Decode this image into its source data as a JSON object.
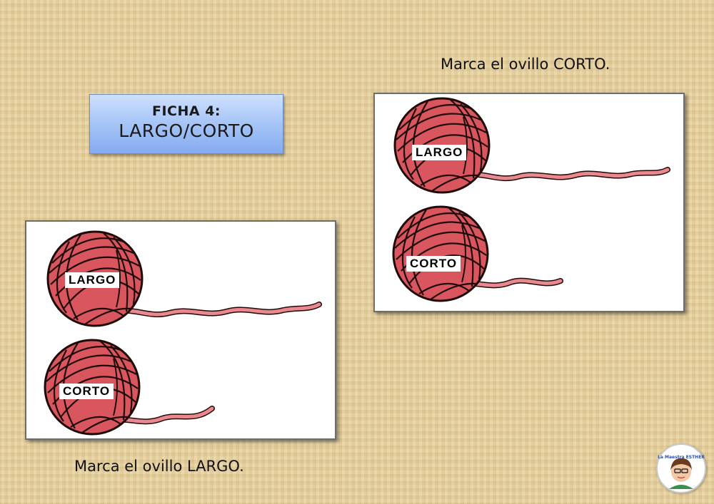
{
  "title": {
    "line1": "FICHA 4:",
    "line2": "LARGO/CORTO"
  },
  "left_card": {
    "instruction": "Marca el ovillo LARGO.",
    "options": [
      {
        "label": "LARGO",
        "thread": "long"
      },
      {
        "label": "CORTO",
        "thread": "short"
      }
    ]
  },
  "right_card": {
    "instruction": "Marca el ovillo CORTO.",
    "options": [
      {
        "label": "LARGO",
        "thread": "long"
      },
      {
        "label": "CORTO",
        "thread": "short"
      }
    ]
  },
  "logo": {
    "text": "La Maestra ESTHER",
    "icon": "teacher-avatar-icon"
  },
  "colors": {
    "yarn": "#d9565e",
    "yarn_dark": "#1f0a0a",
    "thread": "#e9888e",
    "title_box": "#a9c7f7"
  }
}
